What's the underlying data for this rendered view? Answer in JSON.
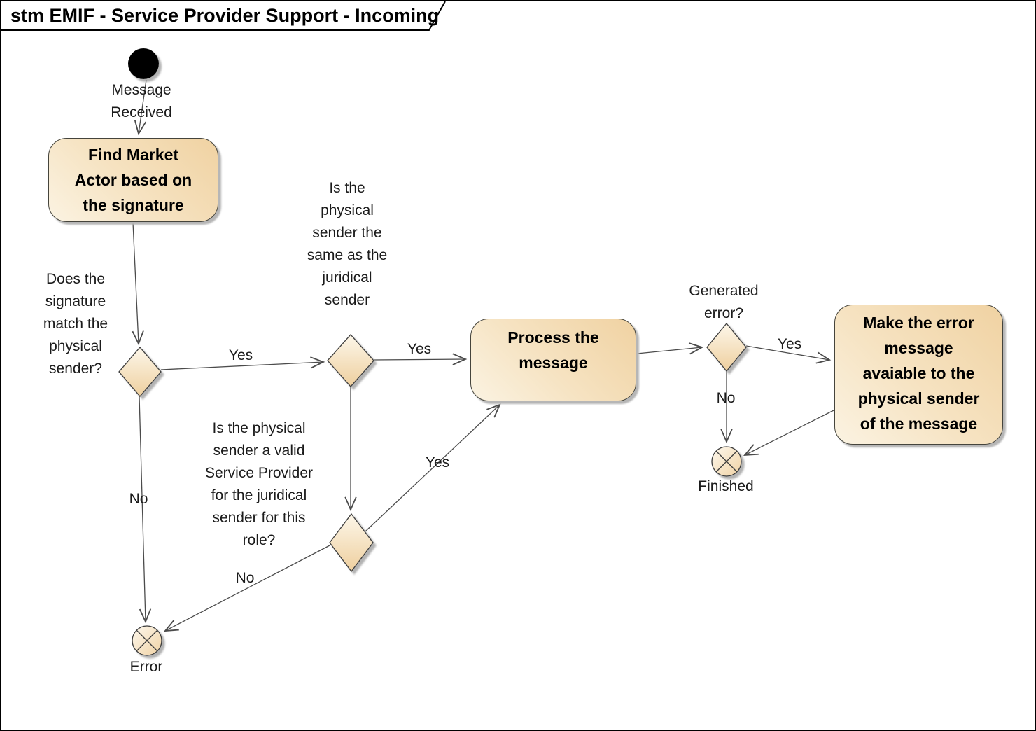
{
  "title": "stm EMIF - Service Provider Support - Incoming",
  "colors": {
    "node_fill_light": "#fbf3e2",
    "node_fill_dark": "#f0d2a2",
    "node_border": "#45443c",
    "connector": "#4b4b4b",
    "shadow": "#b6b6b6",
    "initial_node": "#000000",
    "background": "#ffffff"
  },
  "nodes": {
    "initial": {
      "type": "initial-node",
      "label_lines": [
        "Message",
        "Received"
      ]
    },
    "find_market": {
      "type": "activity",
      "lines": [
        "Find Market",
        "Actor based on",
        "the signature"
      ]
    },
    "process_message": {
      "type": "activity",
      "lines": [
        "Process the",
        "message"
      ]
    },
    "make_error_available": {
      "type": "activity",
      "lines": [
        "Make the error",
        "message",
        "avaiable to the",
        "physical sender",
        "of the message"
      ]
    },
    "error_end": {
      "type": "final-node",
      "label": "Error"
    },
    "finished_end": {
      "type": "final-node",
      "label": "Finished"
    }
  },
  "decisions": {
    "signature_match": {
      "lines": [
        "Does the",
        "signature",
        "match the",
        "physical",
        "sender?"
      ]
    },
    "same_sender": {
      "lines": [
        "Is the",
        "physical",
        "sender the",
        "same as the",
        "juridical",
        "sender"
      ]
    },
    "valid_service_provider": {
      "lines": [
        "Is the physical",
        "sender a valid",
        "Service Provider",
        "for the juridical",
        "sender for this",
        "role?"
      ]
    },
    "generated_error": {
      "lines": [
        "Generated",
        "error?"
      ]
    }
  },
  "edge_labels": {
    "signature_yes": "Yes",
    "signature_no": "No",
    "same_sender_yes": "Yes",
    "valid_provider_yes": "Yes",
    "valid_provider_no": "No",
    "generated_yes": "Yes",
    "generated_no": "No"
  }
}
